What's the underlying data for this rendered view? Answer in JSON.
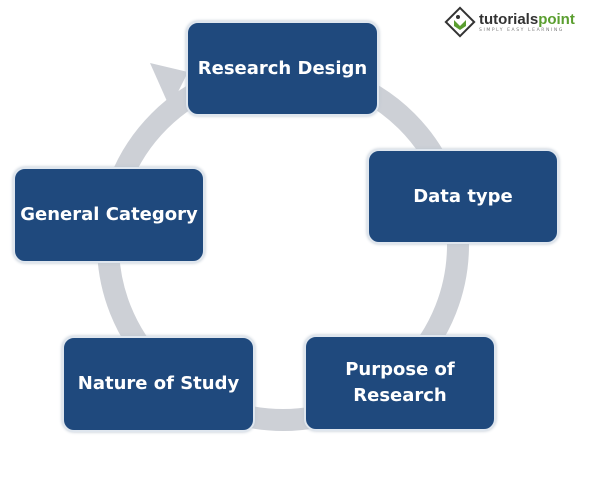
{
  "logo": {
    "brand_a": "tutorials",
    "brand_b": "point",
    "tagline": "SIMPLY EASY LEARNING"
  },
  "nodes": [
    {
      "label": "Research Design"
    },
    {
      "label": "Data type"
    },
    {
      "label": "Purpose of Research"
    },
    {
      "label": "Nature of Study"
    },
    {
      "label": "General Category"
    }
  ],
  "colors": {
    "box": "#1f497d",
    "arrow": "#c9ccd3"
  }
}
